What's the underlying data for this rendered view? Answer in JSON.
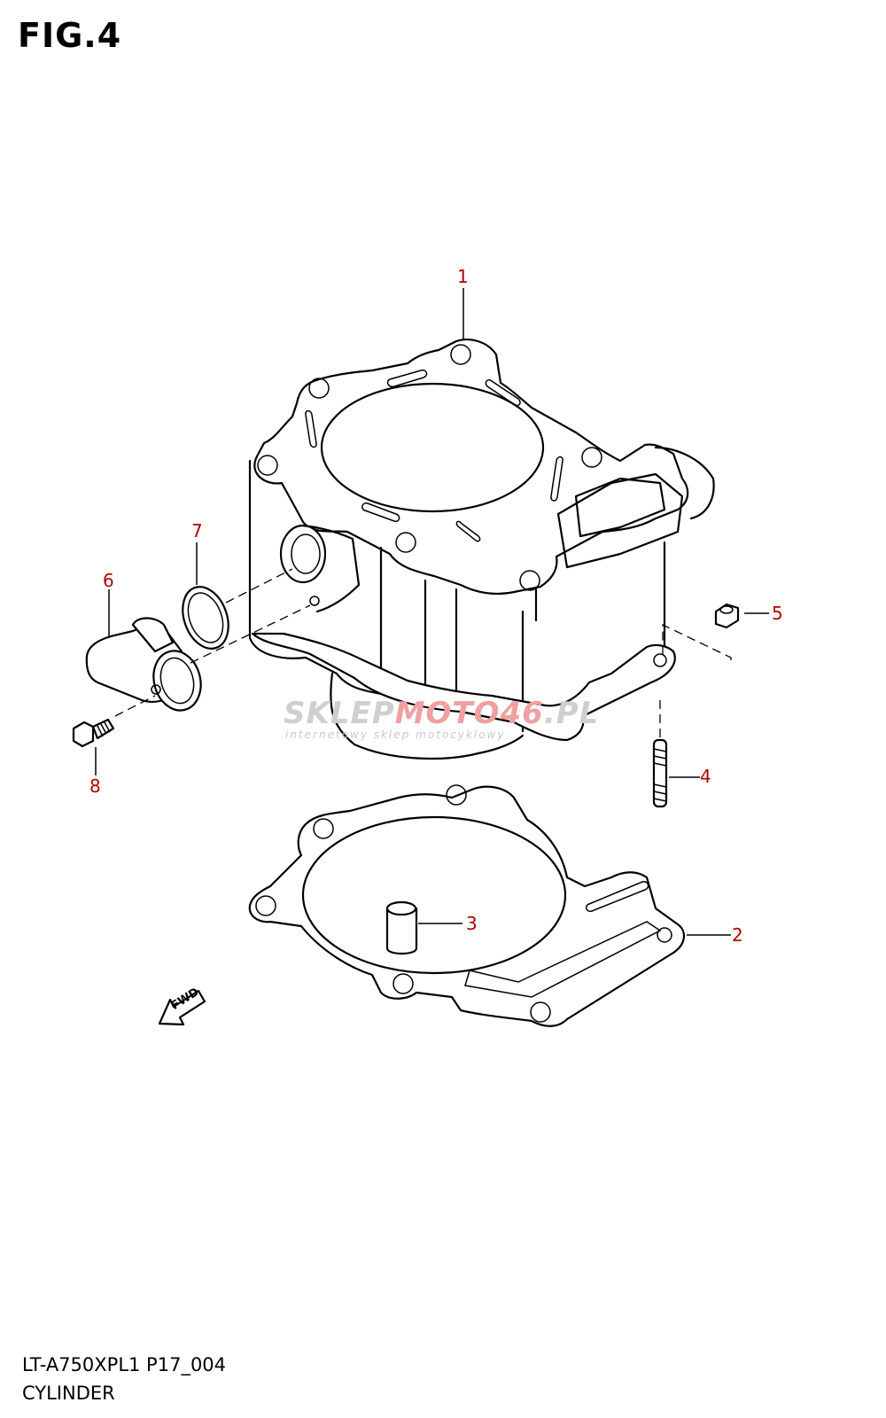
{
  "figure": {
    "title": "FIG.4",
    "model_code": "LT-A750XPL1 P17_004",
    "section_name": "CYLINDER"
  },
  "callouts": [
    {
      "id": "1",
      "label": "1"
    },
    {
      "id": "2",
      "label": "2"
    },
    {
      "id": "3",
      "label": "3"
    },
    {
      "id": "4",
      "label": "4"
    },
    {
      "id": "5",
      "label": "5"
    },
    {
      "id": "6",
      "label": "6"
    },
    {
      "id": "7",
      "label": "7"
    },
    {
      "id": "8",
      "label": "8"
    }
  ],
  "direction_marker": {
    "label": "FWD",
    "icon": "forward-arrow-icon"
  },
  "watermark": {
    "main": "SKLEP",
    "accent": "MOTO46",
    "suffix": ".PL",
    "subtitle": "internetowy sklep motocyklowy"
  },
  "colors": {
    "callout_text": "#b00000",
    "line": "#000000",
    "watermark": "#cfcfcf",
    "watermark_accent": "#f0a0a0"
  }
}
